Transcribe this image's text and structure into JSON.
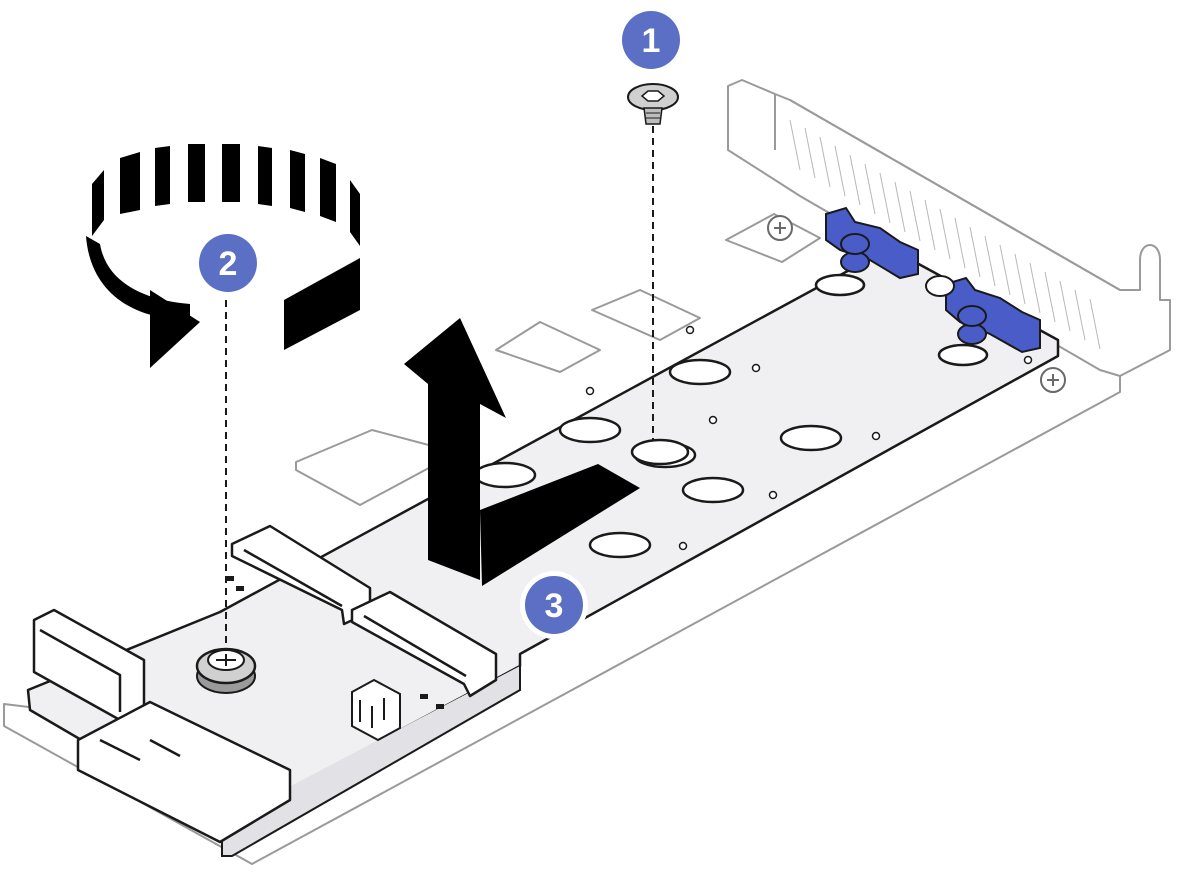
{
  "diagram": {
    "colors": {
      "callout_fill": "#5b6fc4",
      "callout_ring": "#ffffff",
      "board_fill": "#f0f0f2",
      "outline": "#1a1a1a",
      "tray_outline": "#9a9a9a",
      "latch_blue": "#4a5cc8",
      "arrow_black": "#000000"
    },
    "callouts": [
      {
        "label": "1",
        "step": "remove-screw"
      },
      {
        "label": "2",
        "step": "rotate-standoff"
      },
      {
        "label": "3",
        "step": "lift-board"
      }
    ],
    "icons": {
      "screw": "screw-icon",
      "rotation": "rotate-counterclockwise-icon",
      "lift": "lift-arrow-icon",
      "standoff": "standoff-icon"
    }
  }
}
